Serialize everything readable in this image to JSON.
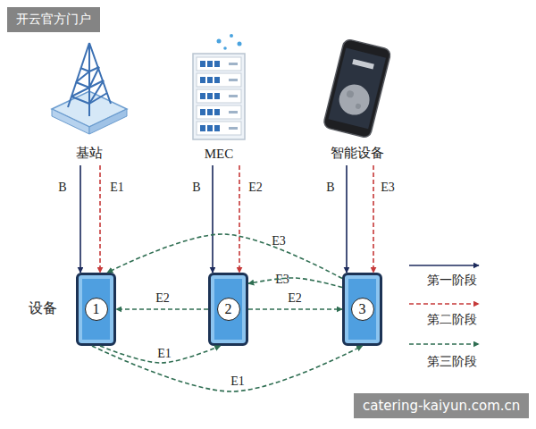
{
  "diagram": {
    "nodes": [
      {
        "text": [
          "基站"
        ]
      },
      {
        "text": [
          "MEC"
        ]
      },
      {
        "text": [
          "智能设备"
        ]
      },
      {
        "text": [
          "1"
        ]
      },
      {
        "text": [
          "2"
        ]
      },
      {
        "text": [
          "3"
        ]
      }
    ],
    "edges": [
      {
        "from": 0,
        "to": 3,
        "arrow": "to",
        "label": "B"
      },
      {
        "from": 0,
        "to": 3,
        "arrow": "to",
        "label": "E1"
      },
      {
        "from": 1,
        "to": 4,
        "arrow": "to",
        "label": "B"
      },
      {
        "from": 1,
        "to": 4,
        "arrow": "to",
        "label": "E2"
      },
      {
        "from": 2,
        "to": 5,
        "arrow": "to",
        "label": "B"
      },
      {
        "from": 2,
        "to": 5,
        "arrow": "to",
        "label": "E3"
      },
      {
        "from": 5,
        "to": 3,
        "arrow": "to",
        "label": "E3"
      },
      {
        "from": 5,
        "to": 4,
        "arrow": "to",
        "label": "E3"
      },
      {
        "from": 4,
        "to": 3,
        "arrow": "to",
        "label": "E2"
      },
      {
        "from": 4,
        "to": 5,
        "arrow": "to",
        "label": "E2"
      },
      {
        "from": 3,
        "to": 4,
        "arrow": "to",
        "label": "E1"
      },
      {
        "from": 3,
        "to": 5,
        "arrow": "to",
        "label": "E1"
      }
    ],
    "labels": [
      "设备",
      "开云官方门户",
      "catering-kaiyun.com.cn"
    ],
    "legend": [
      {
        "text": "第一阶段"
      },
      {
        "text": "第二阶段"
      },
      {
        "text": "第三阶段"
      }
    ]
  }
}
